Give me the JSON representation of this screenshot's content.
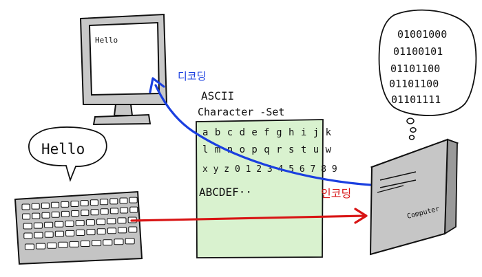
{
  "monitor": {
    "screen_text": "Hello"
  },
  "speech_bubble": {
    "text": "Hello"
  },
  "charset": {
    "title_line1": "ASCII",
    "title_line2": "Character -Set",
    "rows": [
      "a b c d e f g h i j k",
      "l m n o p q r s t u w",
      "x y z   0 1 2 3 4 5 6 7 8 9",
      "ABCDEF··"
    ],
    "bg_color": "#d9f2cf"
  },
  "labels": {
    "decoding": "디코딩",
    "encoding": "인코딩",
    "decoding_color": "#1a3fe0",
    "encoding_color": "#d81414"
  },
  "computer": {
    "label": "Computer"
  },
  "thought_bubble": {
    "bits": [
      "01001000",
      "01100101",
      "01101100",
      "01101100",
      "01101111"
    ]
  }
}
